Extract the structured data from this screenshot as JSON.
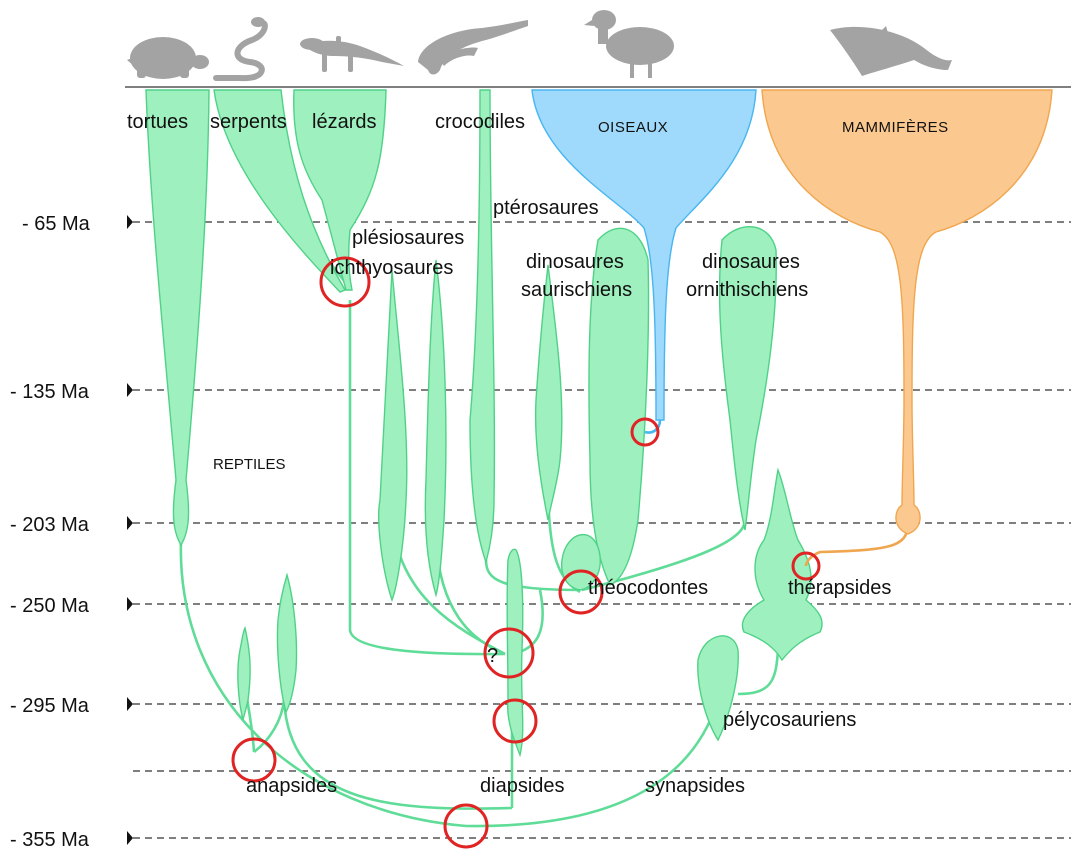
{
  "time_markers": [
    {
      "label": "- 65 Ma"
    },
    {
      "label": "- 135 Ma"
    },
    {
      "label": "- 203 Ma"
    },
    {
      "label": "- 250 Ma"
    },
    {
      "label": "- 295 Ma"
    },
    {
      "label": "- 355 Ma"
    }
  ],
  "top_labels": {
    "tortues": "tortues",
    "serpents": "serpents",
    "lezards": "lézards",
    "crocodiles": "crocodiles",
    "oiseaux": "OISEAUX",
    "mammiferes": "MAMMIFÈRES"
  },
  "group_labels": {
    "pterosaures": "ptérosaures",
    "plesiosaures": "plésiosaures",
    "ichthyosaures": "ichthyosaures",
    "dino_saur_1": "dinosaures",
    "dino_saur_2": "saurischiens",
    "dino_ornith_1": "dinosaures",
    "dino_ornith_2": "ornithischiens",
    "reptiles": "REPTILES",
    "theocodontes": "théocodontes",
    "therapsides": "thérapsides",
    "pelycosauriens": "pélycosauriens",
    "anapsides": "anapsides",
    "diapsides": "diapsides",
    "synapsides": "synapsides",
    "question": "?"
  },
  "silhouettes": [
    "turtle-icon",
    "snake-icon",
    "lizard-icon",
    "crocodile-icon",
    "bird-icon",
    "dolphin-icon"
  ],
  "colors": {
    "reptiles": "#9ff0bf",
    "oiseaux": "#9fd9fb",
    "mammiferes": "#fbc98f",
    "nodes": "#e02424"
  }
}
